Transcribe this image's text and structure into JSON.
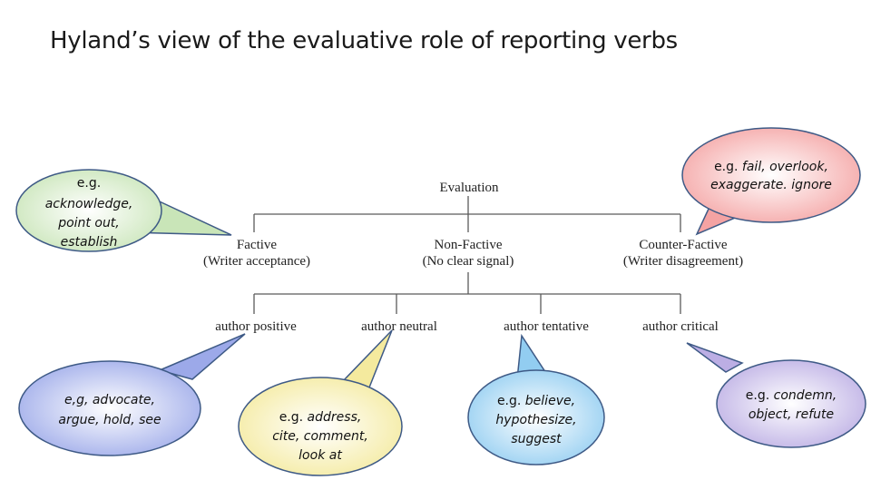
{
  "title": "Hyland’s view of the evaluative role of reporting verbs",
  "diagram": {
    "root": "Evaluation",
    "factive": {
      "name": "Factive",
      "note": "(Writer acceptance)"
    },
    "nonfactive": {
      "name": "Non-Factive",
      "note": "(No clear signal)"
    },
    "counterfactive": {
      "name": "Counter-Factive",
      "note": "(Writer disagreement)"
    },
    "leaves": [
      "author positive",
      "author neutral",
      "author tentative",
      "author critical"
    ]
  },
  "bubbles": {
    "factive": {
      "eg": "e.g.",
      "lines": [
        "acknowledge,",
        "point out,",
        "establish"
      ],
      "color": "#c9e5b8"
    },
    "counterfactive": {
      "eg": "e.g.",
      "lines": [
        "fail, overlook,",
        "exaggerate. ignore"
      ],
      "color": "#f4a3a3"
    },
    "positive": {
      "lines": [
        "e,g, advocate,",
        "argue, hold, see"
      ],
      "color": "#aab7ec"
    },
    "neutral": {
      "eg": "e.g.",
      "lines": [
        "address,",
        "cite, comment,",
        "look at"
      ],
      "color": "#f6eeae"
    },
    "tentative": {
      "eg": "e.g.",
      "lines": [
        "believe,",
        "hypothesize,",
        "suggest"
      ],
      "color": "#9fd3f3"
    },
    "critical": {
      "eg": "e.g.",
      "lines": [
        "condemn,",
        "object, refute"
      ],
      "color": "#c3b6e6"
    }
  }
}
